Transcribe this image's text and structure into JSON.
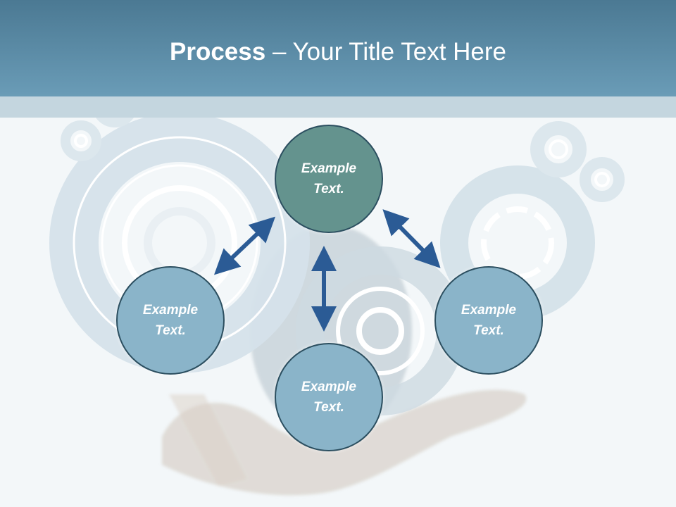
{
  "title": {
    "bold": "Process",
    "rest": " – Your Title Text Here"
  },
  "colors": {
    "header": "#5d8ea9",
    "band": "#c4d6df",
    "top_node": "#64938e",
    "side_node": "#8ab4c9",
    "node_border": "#2c4f60",
    "arrow": "#2b5b95"
  },
  "nodes": [
    {
      "id": "top",
      "lines": [
        "Example",
        "Text."
      ]
    },
    {
      "id": "left",
      "lines": [
        "Example",
        "Text."
      ]
    },
    {
      "id": "right",
      "lines": [
        "Example",
        "Text."
      ]
    },
    {
      "id": "bottom",
      "lines": [
        "Example",
        "Text."
      ]
    }
  ]
}
